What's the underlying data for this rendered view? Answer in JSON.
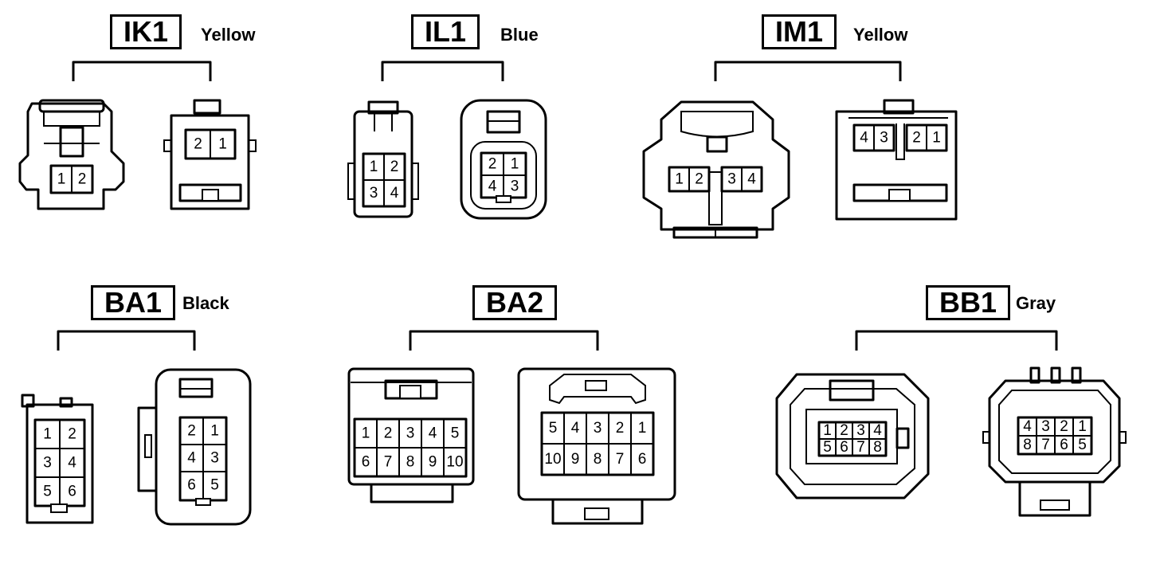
{
  "connectors": [
    {
      "id": "IK1",
      "color": "Yellow",
      "pins_a": [
        "1",
        "2"
      ],
      "pins_b": [
        "2",
        "1"
      ]
    },
    {
      "id": "IL1",
      "color": "Blue",
      "pins_a": [
        "1",
        "2",
        "3",
        "4"
      ],
      "pins_b": [
        "2",
        "1",
        "4",
        "3"
      ]
    },
    {
      "id": "IM1",
      "color": "Yellow",
      "pins_a": [
        "1",
        "2",
        "3",
        "4"
      ],
      "pins_b": [
        "4",
        "3",
        "2",
        "1"
      ]
    },
    {
      "id": "BA1",
      "color": "Black",
      "pins_a": [
        "1",
        "2",
        "3",
        "4",
        "5",
        "6"
      ],
      "pins_b": [
        "2",
        "1",
        "4",
        "3",
        "6",
        "5"
      ]
    },
    {
      "id": "BA2",
      "color": "",
      "pins_a": [
        "1",
        "2",
        "3",
        "4",
        "5",
        "6",
        "7",
        "8",
        "9",
        "10"
      ],
      "pins_b": [
        "5",
        "4",
        "3",
        "2",
        "1",
        "10",
        "9",
        "8",
        "7",
        "6"
      ]
    },
    {
      "id": "BB1",
      "color": "Gray",
      "pins_a": [
        "1",
        "2",
        "3",
        "4",
        "5",
        "6",
        "7",
        "8"
      ],
      "pins_b": [
        "4",
        "3",
        "2",
        "1",
        "8",
        "7",
        "6",
        "5"
      ]
    }
  ]
}
